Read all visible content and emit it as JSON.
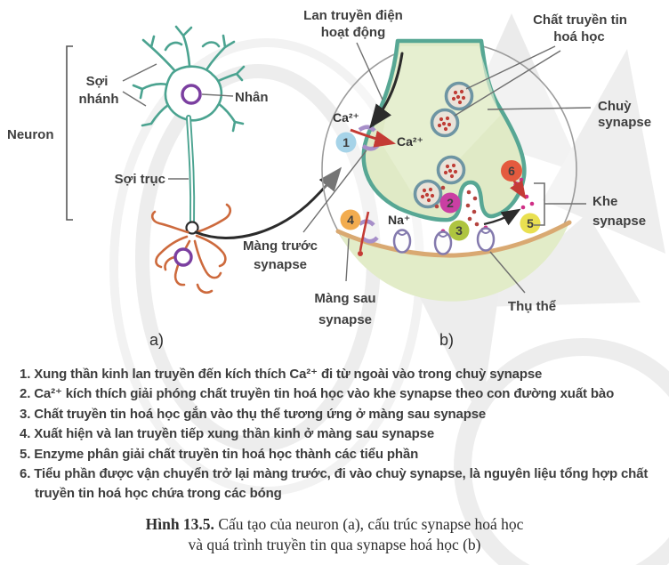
{
  "panel_a": {
    "bracket_label": "Neuron",
    "labels": {
      "dendrite1": "Sợi",
      "dendrite2": "nhánh",
      "nucleus": "Nhân",
      "axon": "Sợi trục",
      "tag": "a)"
    }
  },
  "panel_b": {
    "labels": {
      "ap1": "Lan truyền điện",
      "ap2": "hoạt động",
      "nt1": "Chất truyền tin",
      "nt2": "hoá học",
      "knob1": "Chuỳ",
      "knob2": "synapse",
      "cleft1": "Khe",
      "cleft2": "synapse",
      "pre1": "Màng trước",
      "pre2": "synapse",
      "post1": "Màng sau",
      "post2": "synapse",
      "receptor": "Thụ thể",
      "ca_out": "Ca²⁺",
      "ca_in": "Ca²⁺",
      "na": "Na⁺",
      "tag": "b)"
    },
    "markers": [
      "1",
      "2",
      "3",
      "4",
      "5",
      "6"
    ]
  },
  "legend": {
    "items": [
      "1. Xung thần kinh lan truyền đến kích thích Ca²⁺ đi từ ngoài vào trong chuỳ synapse",
      "2. Ca²⁺ kích thích giải phóng chất truyền tin hoá học vào khe synapse theo con đường xuất bào",
      "3. Chất truyền tin hoá học gắn vào thụ thể tương ứng ở màng sau synapse",
      "4. Xuất hiện và lan truyền tiếp xung thần kinh ở màng sau synapse",
      "5. Enzyme phân giải chất truyền tin hoá học thành các tiểu phần",
      "6. Tiểu phần được vận chuyển trở lại màng trước, đi vào chuỳ synapse, là nguyên liệu tổng hợp chất truyền tin hoá học chứa trong các bóng"
    ]
  },
  "caption": {
    "label": "Hình 13.5.",
    "line1": " Cấu tạo của neuron (a), cấu trúc synapse hoá học",
    "line2": "và quá trình truyền tin qua synapse hoá học (b)"
  },
  "colors": {
    "neuron_teal": "#4ba390",
    "bulb_fill": "#e0eac6",
    "bulb_stroke": "#57a794",
    "post_membrane": "#d9a972",
    "post_fill": "#e2ecc8",
    "nucleus_purple": "#7b3fa0",
    "terminal_orange": "#cd6a3d",
    "vesicle_ring": "#6e95a3",
    "red_arrow": "#c43b35",
    "magenta_dot": "#cf2f86",
    "badge1": "#a6d3e8",
    "badge2": "#ca3fa3",
    "badge3": "#aec440",
    "badge4": "#f2ac4f",
    "badge5": "#e9e050",
    "badge6": "#e45a3e",
    "label_text": "#3f3f3f",
    "zoom_circle": "#9c9c9c",
    "watermark": "#ebebeb"
  }
}
